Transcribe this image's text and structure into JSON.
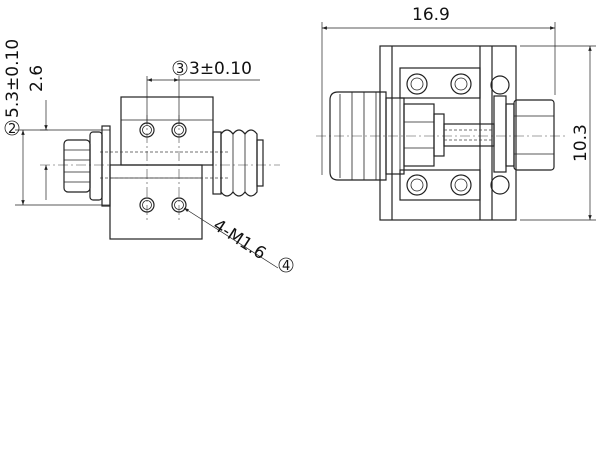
{
  "dimensions": {
    "width_overall": "16.9",
    "height_overall": "10.3",
    "offset_outer": "5.3±0.10",
    "offset_outer_balloon": "2",
    "offset_inner": "2.6",
    "hole_spacing": "3±0.10",
    "hole_spacing_balloon": "3",
    "screw_callout": "4-M1.6",
    "screw_balloon": "4"
  }
}
